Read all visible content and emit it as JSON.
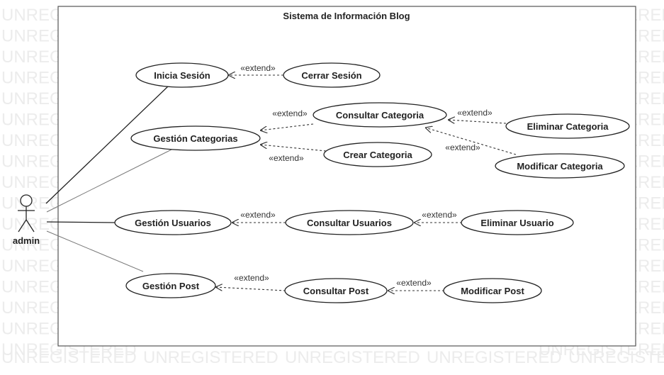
{
  "watermark": "UNREGISTERED",
  "system": {
    "title": "Sistema de Información Blog"
  },
  "actor": {
    "name": "admin"
  },
  "use_cases": {
    "inicia_sesion": "Inicia Sesión",
    "cerrar_sesion": "Cerrar Sesión",
    "gestion_categorias": "Gestión Categorias",
    "consultar_categoria": "Consultar Categoria",
    "crear_categoria": "Crear Categoria",
    "eliminar_categoria": "Eliminar Categoria",
    "modificar_categoria": "Modificar Categoria",
    "gestion_usuarios": "Gestión Usuarios",
    "consultar_usuarios": "Consultar Usuarios",
    "eliminar_usuario": "Eliminar Usuario",
    "gestion_post": "Gestión Post",
    "consultar_post": "Consultar Post",
    "modificar_post": "Modificar Post"
  },
  "relations": {
    "extend_label": "«extend»"
  }
}
